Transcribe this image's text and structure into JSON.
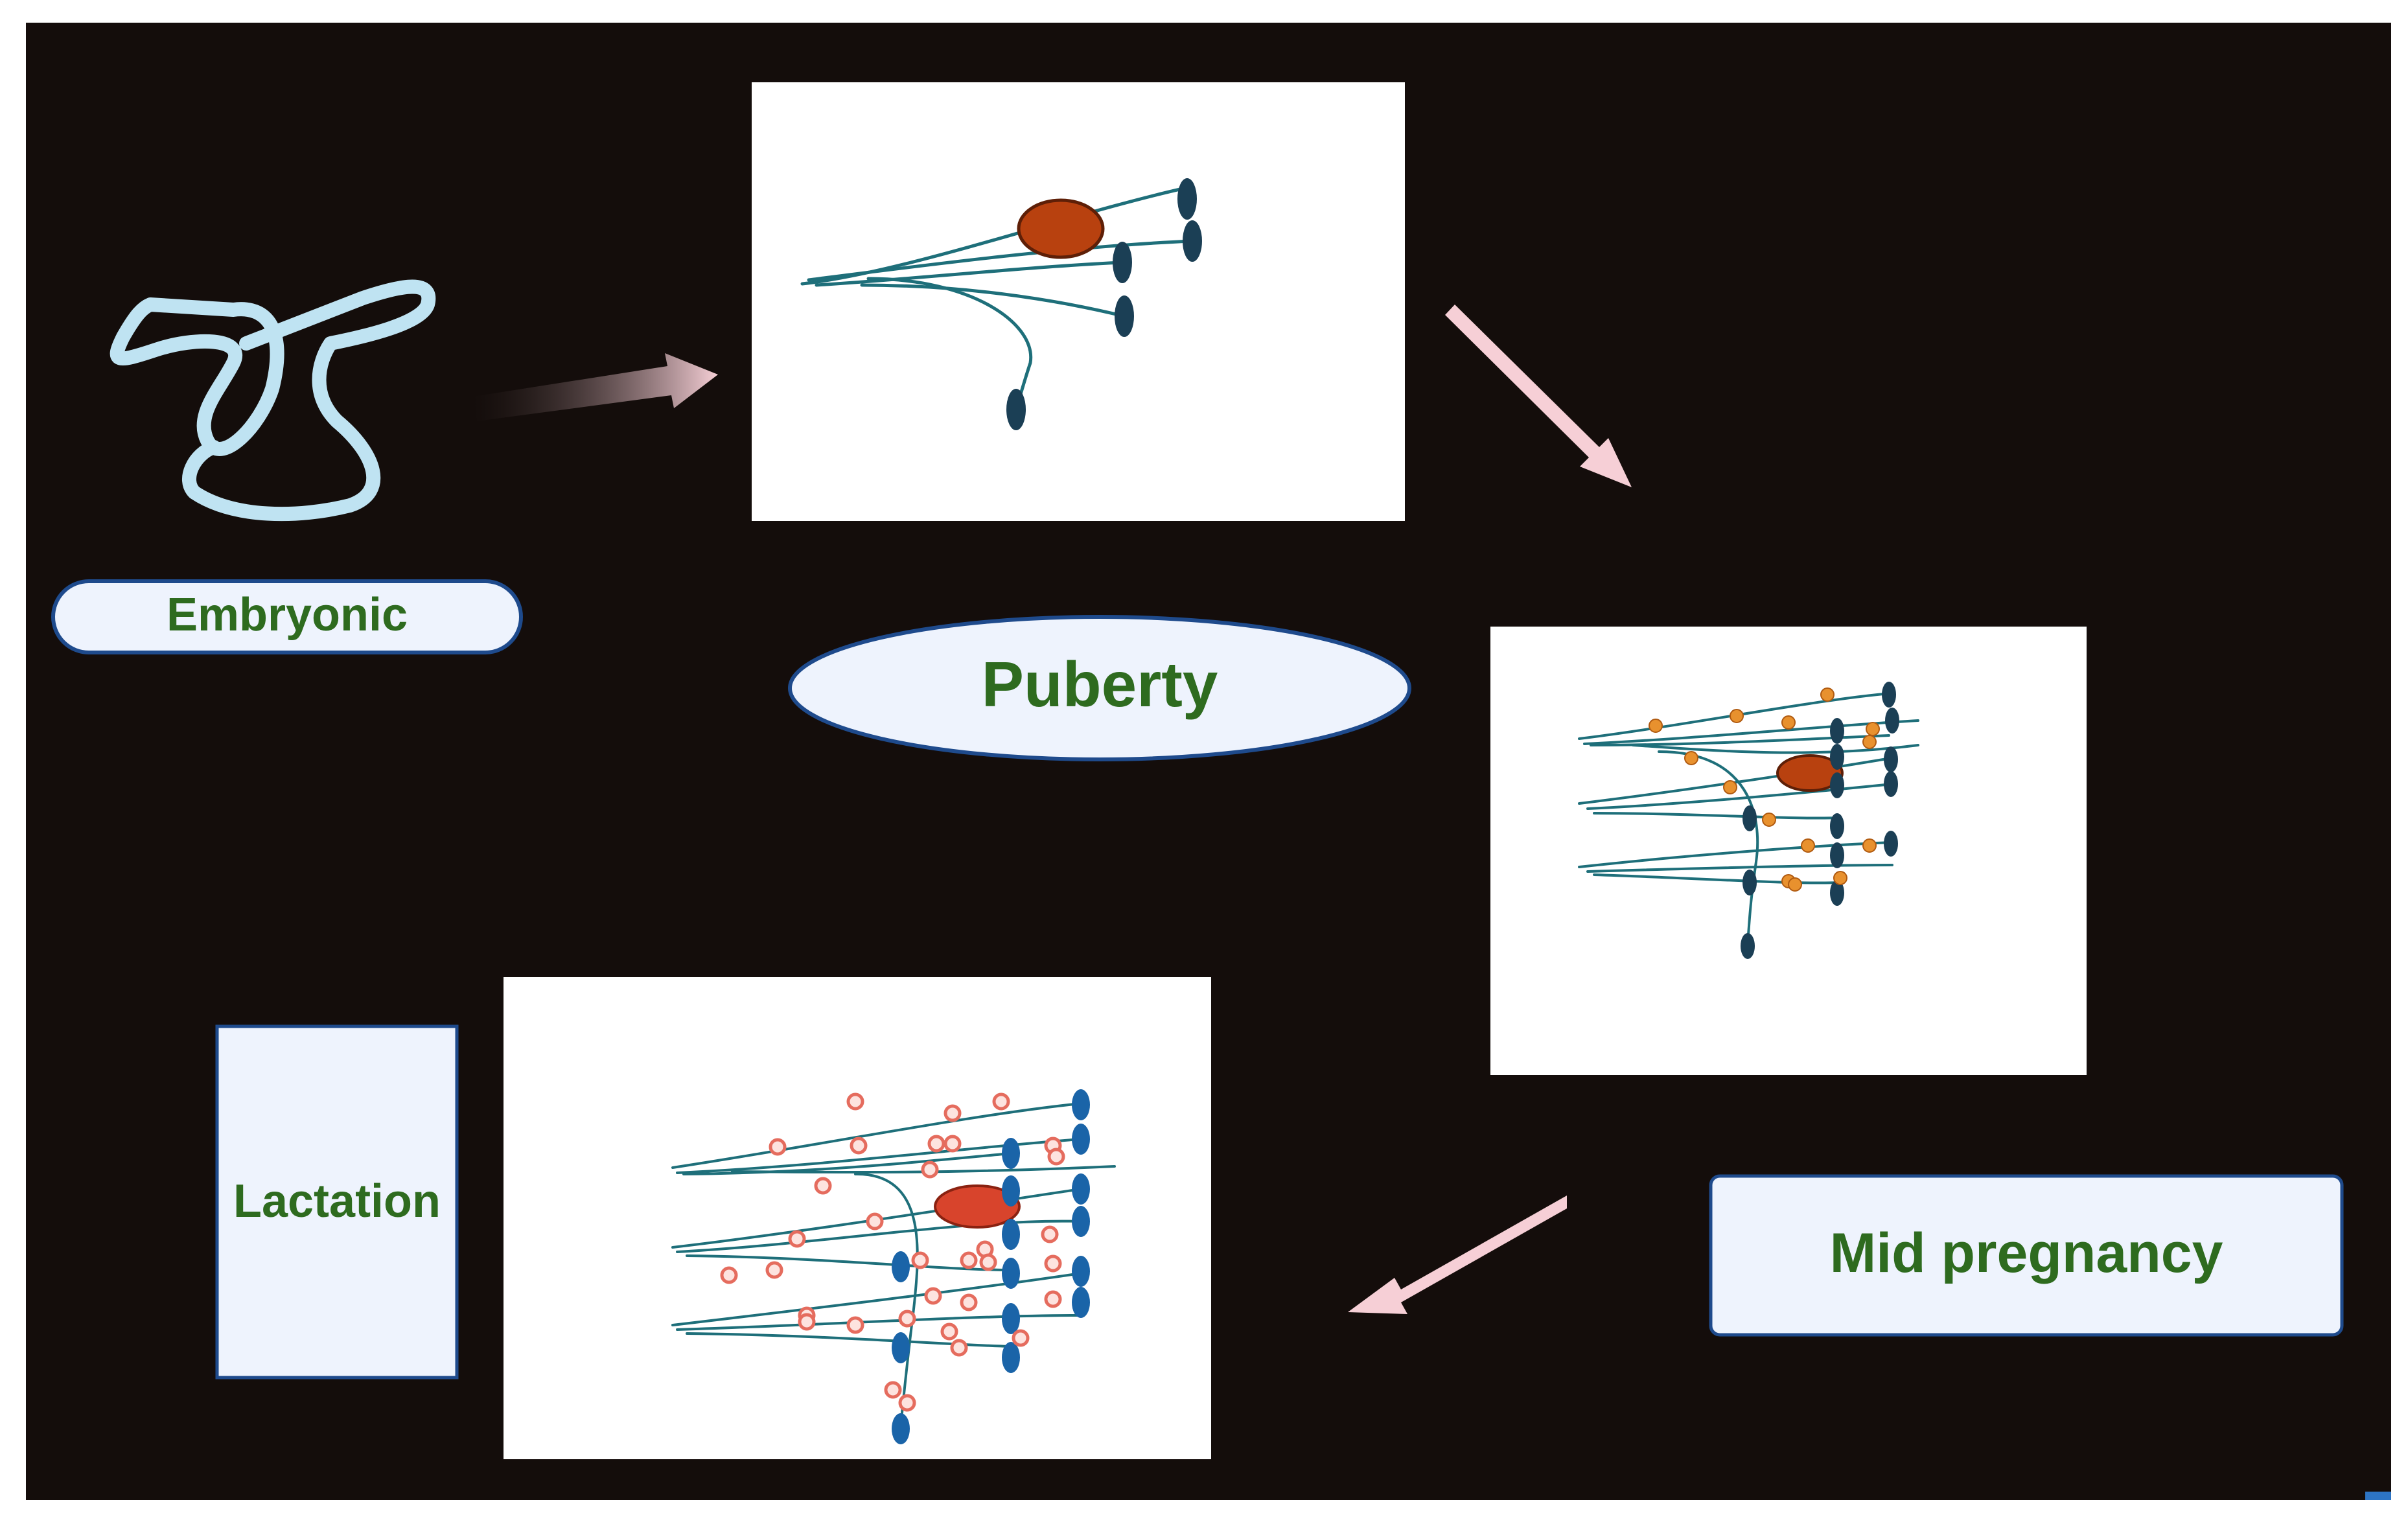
{
  "stages": {
    "embryonic": "Embryonic",
    "puberty": "Puberty",
    "mid_pregnancy": "Mid pregnancy",
    "lactation": "Lactation"
  },
  "colors": {
    "background": "#140d0b",
    "panel": "#ffffff",
    "label_fill": "#eef3fd",
    "label_border": "#1e4a8c",
    "label_text": "#2e6b1f",
    "rudiment": "#bfe3f2",
    "duct": "#1e6f7a",
    "terminal_bud": "#1b3f55",
    "lymph_node": "#b8410f",
    "alveoli_mid": "#e8912e",
    "alveoli_lactation": "#e56c5e",
    "lactation_bud": "#1a64a8",
    "arrow": "#f6cfd6"
  }
}
